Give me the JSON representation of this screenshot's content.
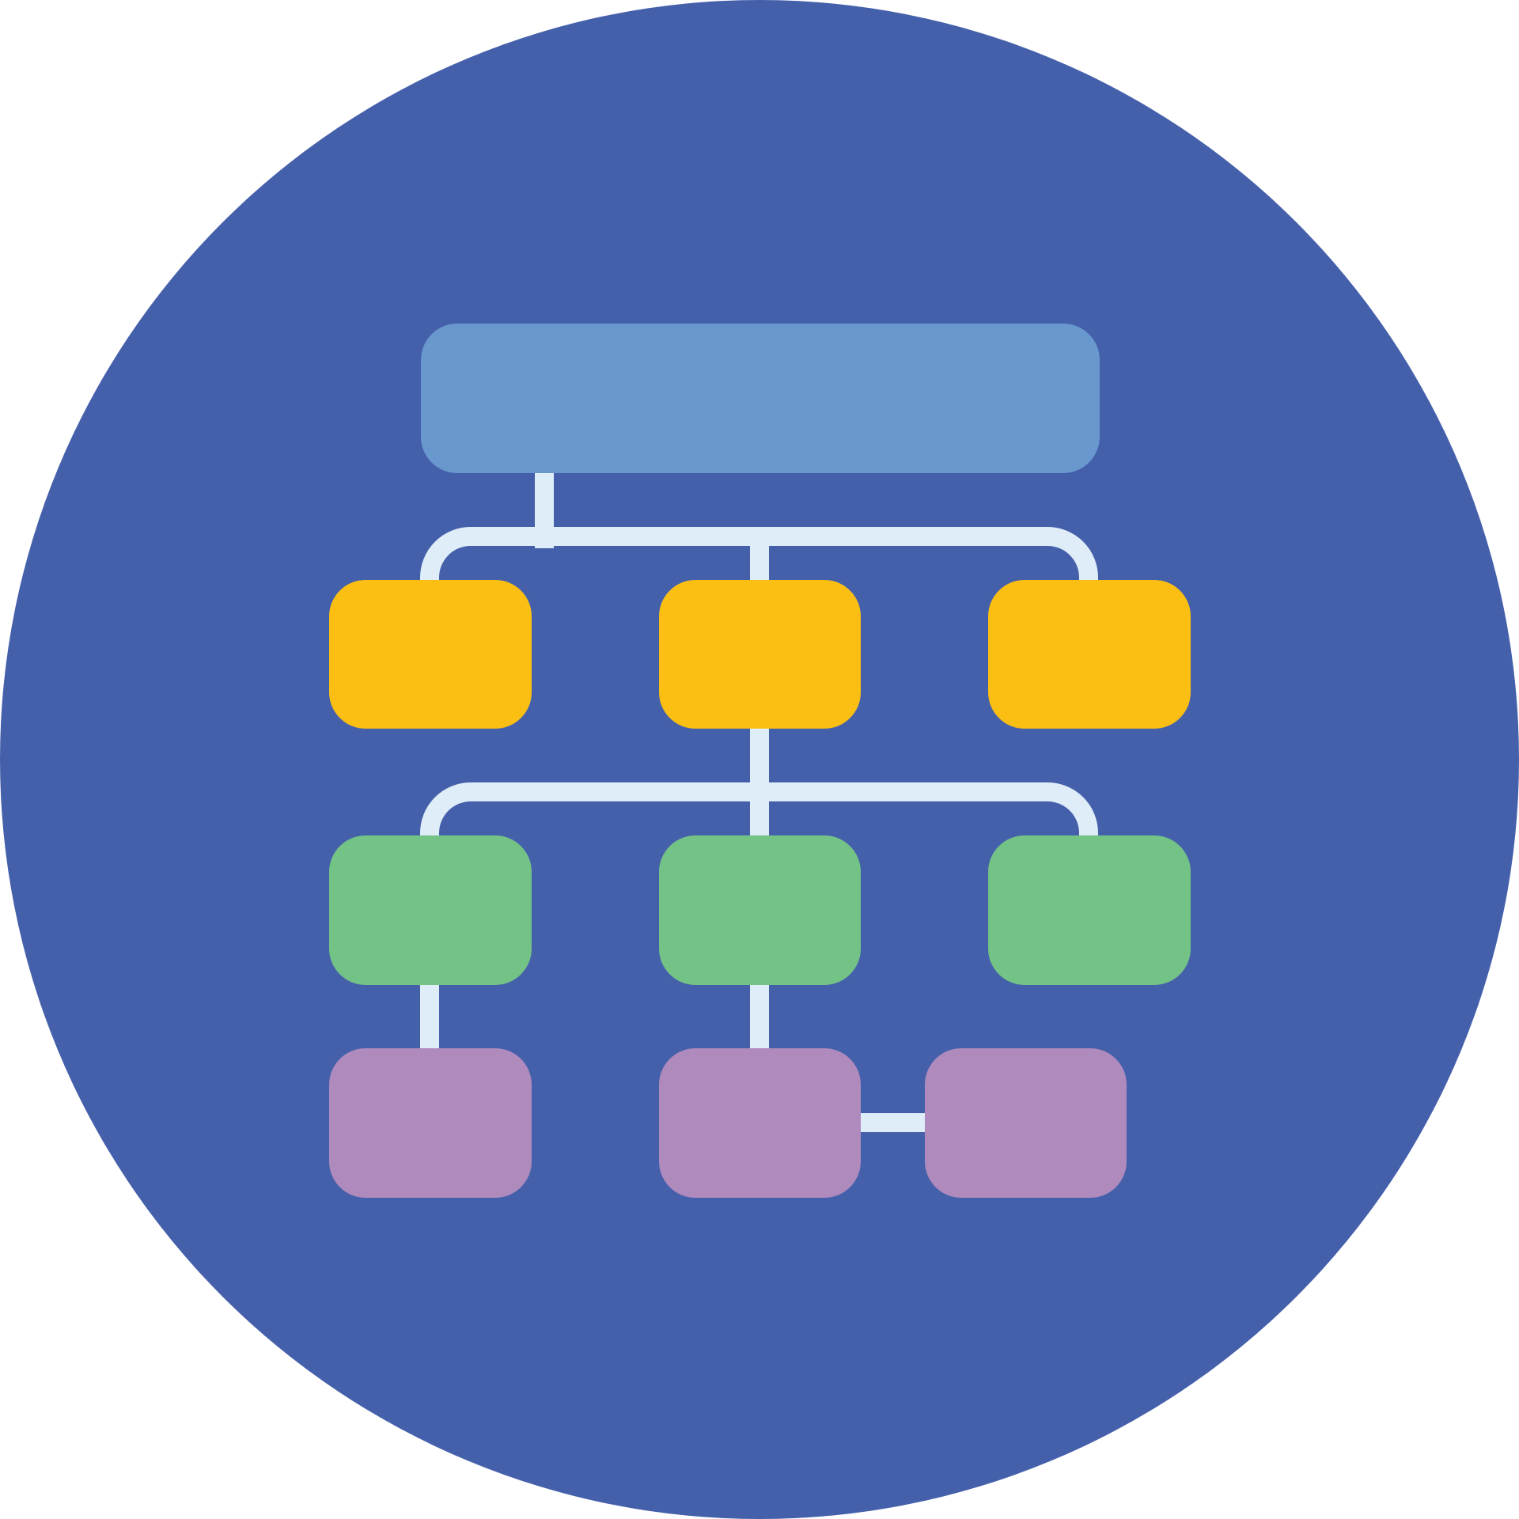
{
  "icon": {
    "name": "hierarchy-diagram-icon",
    "colors": {
      "page_background": "#ffffff",
      "circle_background": "#4560ab",
      "connector": "#dfedf8",
      "top_node": "#6998ce",
      "level_2_nodes": "#fbbf13",
      "level_3_nodes": "#73c286",
      "level_4_nodes": "#ae8abd"
    },
    "levels": [
      {
        "level": 1,
        "node_count": 1,
        "color_key": "top_node"
      },
      {
        "level": 2,
        "node_count": 3,
        "color_key": "level_2_nodes"
      },
      {
        "level": 3,
        "node_count": 3,
        "color_key": "level_3_nodes"
      },
      {
        "level": 4,
        "node_count": 3,
        "color_key": "level_4_nodes"
      }
    ]
  }
}
